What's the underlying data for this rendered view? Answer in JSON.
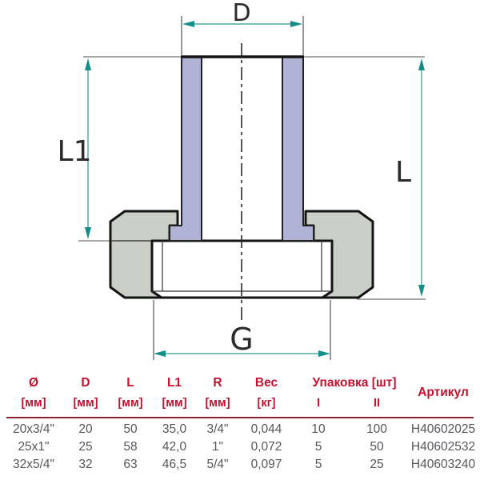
{
  "diagram": {
    "labels": {
      "d": "D",
      "l1": "L1",
      "l": "L",
      "g": "G"
    },
    "colors": {
      "dimension_line": "#4aa7a1",
      "arrow": "#138e88",
      "pipe_wall": "#b0b2d6",
      "nut_body": "#c9cfc7",
      "outline": "#141414",
      "extension_line": "#8a8a8a"
    }
  },
  "table": {
    "header_color": "#c4112f",
    "rule_color": "#8e2230",
    "text_color": "#55575c",
    "headers": [
      {
        "name": "Ø",
        "unit": "[мм]"
      },
      {
        "name": "D",
        "unit": "[мм]"
      },
      {
        "name": "L",
        "unit": "[мм]"
      },
      {
        "name": "L1",
        "unit": "[мм]"
      },
      {
        "name": "R",
        "unit": "[мм]"
      },
      {
        "name": "Вес",
        "unit": "[кг]"
      }
    ],
    "pack": {
      "title": "Упаковка [шт]",
      "sub": [
        "I",
        "II"
      ]
    },
    "article_header": "Артикул",
    "rows": [
      [
        "20x3/4\"",
        "20",
        "50",
        "35,0",
        "3/4\"",
        "0,044",
        "10",
        "100",
        "H40602025"
      ],
      [
        "25x1\"",
        "25",
        "58",
        "42,0",
        "1\"",
        "0,072",
        "5",
        "50",
        "H40602532"
      ],
      [
        "32x5/4\"",
        "32",
        "63",
        "46,5",
        "5/4\"",
        "0,097",
        "5",
        "25",
        "H40603240"
      ]
    ]
  }
}
